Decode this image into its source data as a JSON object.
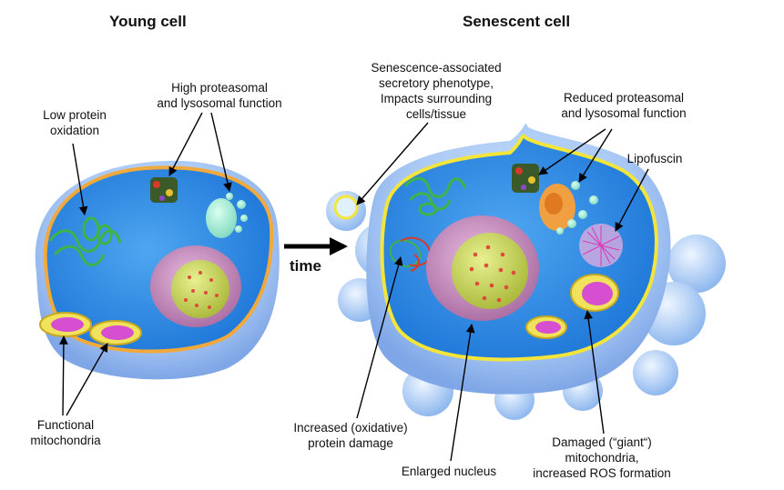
{
  "titles": {
    "young": "Young cell",
    "senescent": "Senescent cell"
  },
  "arrow_label": "time",
  "young_labels": {
    "low_protein": "Low protein\noxidation",
    "high_proteasomal": "High proteasomal\nand lysosomal function",
    "functional_mito": "Functional\nmitochondria"
  },
  "senescent_labels": {
    "sasp": "Senescence-associated\nsecretory phenotype,\nImpacts surrounding\ncells/tissue",
    "reduced_proteasomal": "Reduced proteasomal\nand lysosomal function",
    "lipofuscin": "Lipofuscin",
    "protein_damage": "Increased (oxidative)\nprotein damage",
    "enlarged_nucleus": "Enlarged nucleus",
    "damaged_mito": "Damaged (“giant“)\nmitochondria,\nincreased ROS formation"
  },
  "colors": {
    "cytoplasm": "#2f8fe6",
    "membrane_young": "#f2a93b",
    "membrane_senescent": "#f3e53a",
    "cell_body": "#a9c9f5",
    "nucleus_envelope": "#c98bc0",
    "nucleolus": "#c9d85a",
    "mito_inner": "#d64fd0",
    "er_green": "#3fb24a",
    "lipofuscin": "#e070c8"
  }
}
